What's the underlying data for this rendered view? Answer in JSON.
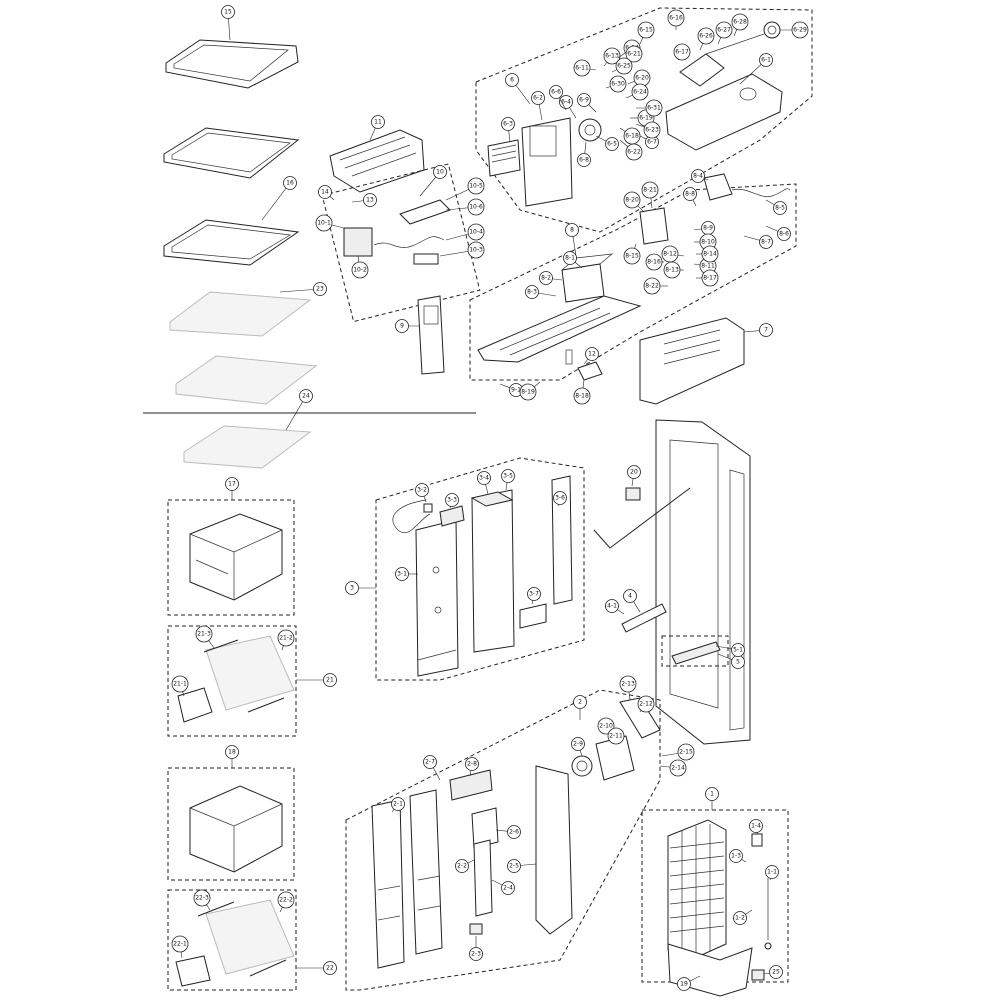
{
  "callouts": [
    {
      "id": "c-15",
      "label": "15"
    },
    {
      "id": "c-16",
      "label": "16"
    },
    {
      "id": "c-23",
      "label": "23"
    },
    {
      "id": "c-24",
      "label": "24"
    },
    {
      "id": "c-11",
      "label": "11"
    },
    {
      "id": "c-14",
      "label": "14"
    },
    {
      "id": "c-13",
      "label": "13"
    },
    {
      "id": "c-10",
      "label": "10"
    },
    {
      "id": "c-10-5",
      "label": "10-5"
    },
    {
      "id": "c-10-6",
      "label": "10-6"
    },
    {
      "id": "c-10-1",
      "label": "10-1"
    },
    {
      "id": "c-10-4",
      "label": "10-4"
    },
    {
      "id": "c-10-3",
      "label": "10-3"
    },
    {
      "id": "c-10-2",
      "label": "10-2"
    },
    {
      "id": "c-9",
      "label": "9"
    },
    {
      "id": "c-9-1",
      "label": "9-1"
    },
    {
      "id": "c-6",
      "label": "6"
    },
    {
      "id": "c-6-1",
      "label": "6-1"
    },
    {
      "id": "c-6-2",
      "label": "6-2"
    },
    {
      "id": "c-6-3",
      "label": "6-3"
    },
    {
      "id": "c-6-4",
      "label": "6-4"
    },
    {
      "id": "c-6-5",
      "label": "6-5"
    },
    {
      "id": "c-6-6",
      "label": "6-6"
    },
    {
      "id": "c-6-7",
      "label": "6-7"
    },
    {
      "id": "c-6-8",
      "label": "6-8"
    },
    {
      "id": "c-6-9",
      "label": "6-9"
    },
    {
      "id": "c-6-11",
      "label": "6-11"
    },
    {
      "id": "c-6-13",
      "label": "6-13"
    },
    {
      "id": "c-6-14",
      "label": "6-14"
    },
    {
      "id": "c-6-15",
      "label": "6-15"
    },
    {
      "id": "c-6-16",
      "label": "6-16"
    },
    {
      "id": "c-6-17",
      "label": "6-17"
    },
    {
      "id": "c-6-18",
      "label": "6-18"
    },
    {
      "id": "c-6-19",
      "label": "6-19"
    },
    {
      "id": "c-6-20",
      "label": "6-20"
    },
    {
      "id": "c-6-21",
      "label": "6-21"
    },
    {
      "id": "c-6-22",
      "label": "6-22"
    },
    {
      "id": "c-6-23",
      "label": "6-23"
    },
    {
      "id": "c-6-24",
      "label": "6-24"
    },
    {
      "id": "c-6-25",
      "label": "6-25"
    },
    {
      "id": "c-6-26",
      "label": "6-26"
    },
    {
      "id": "c-6-27",
      "label": "6-27"
    },
    {
      "id": "c-6-28",
      "label": "6-28"
    },
    {
      "id": "c-6-29",
      "label": "6-29"
    },
    {
      "id": "c-6-30",
      "label": "6-30"
    },
    {
      "id": "c-6-31",
      "label": "6-31"
    },
    {
      "id": "c-8",
      "label": "8"
    },
    {
      "id": "c-8-1",
      "label": "8-1"
    },
    {
      "id": "c-8-2",
      "label": "8-2"
    },
    {
      "id": "c-8-3",
      "label": "8-3"
    },
    {
      "id": "c-8-4",
      "label": "8-4"
    },
    {
      "id": "c-8-5",
      "label": "8-5"
    },
    {
      "id": "c-8-6",
      "label": "8-6"
    },
    {
      "id": "c-8-7",
      "label": "8-7"
    },
    {
      "id": "c-8-8",
      "label": "8-8"
    },
    {
      "id": "c-8-9",
      "label": "8-9"
    },
    {
      "id": "c-8-10",
      "label": "8-10"
    },
    {
      "id": "c-8-11",
      "label": "8-11"
    },
    {
      "id": "c-8-12",
      "label": "8-12"
    },
    {
      "id": "c-8-13",
      "label": "8-13"
    },
    {
      "id": "c-8-14",
      "label": "8-14"
    },
    {
      "id": "c-8-15",
      "label": "8-15"
    },
    {
      "id": "c-8-16",
      "label": "8-16"
    },
    {
      "id": "c-8-17",
      "label": "8-17"
    },
    {
      "id": "c-8-18",
      "label": "8-18"
    },
    {
      "id": "c-8-19",
      "label": "8-19"
    },
    {
      "id": "c-8-20",
      "label": "8-20"
    },
    {
      "id": "c-8-21",
      "label": "8-21"
    },
    {
      "id": "c-8-22",
      "label": "8-22"
    },
    {
      "id": "c-12",
      "label": "12"
    },
    {
      "id": "c-7",
      "label": "7"
    },
    {
      "id": "c-17",
      "label": "17"
    },
    {
      "id": "c-21",
      "label": "21"
    },
    {
      "id": "c-21-1",
      "label": "21-1"
    },
    {
      "id": "c-21-2",
      "label": "21-2"
    },
    {
      "id": "c-21-3",
      "label": "21-3"
    },
    {
      "id": "c-18",
      "label": "18"
    },
    {
      "id": "c-22",
      "label": "22"
    },
    {
      "id": "c-22-1",
      "label": "22-1"
    },
    {
      "id": "c-22-2",
      "label": "22-2"
    },
    {
      "id": "c-22-3",
      "label": "22-3"
    },
    {
      "id": "c-3",
      "label": "3"
    },
    {
      "id": "c-3-1",
      "label": "3-1"
    },
    {
      "id": "c-3-2",
      "label": "3-2"
    },
    {
      "id": "c-3-3",
      "label": "3-3"
    },
    {
      "id": "c-3-4",
      "label": "3-4"
    },
    {
      "id": "c-3-5",
      "label": "3-5"
    },
    {
      "id": "c-3-6",
      "label": "3-6"
    },
    {
      "id": "c-3-7",
      "label": "3-7"
    },
    {
      "id": "c-20",
      "label": "20"
    },
    {
      "id": "c-4",
      "label": "4"
    },
    {
      "id": "c-4-1",
      "label": "4-1"
    },
    {
      "id": "c-5",
      "label": "5"
    },
    {
      "id": "c-5-1",
      "label": "5-1"
    },
    {
      "id": "c-2",
      "label": "2"
    },
    {
      "id": "c-2-1",
      "label": "2-1"
    },
    {
      "id": "c-2-2",
      "label": "2-2"
    },
    {
      "id": "c-2-3",
      "label": "2-3"
    },
    {
      "id": "c-2-4",
      "label": "2-4"
    },
    {
      "id": "c-2-5",
      "label": "2-5"
    },
    {
      "id": "c-2-6",
      "label": "2-6"
    },
    {
      "id": "c-2-7",
      "label": "2-7"
    },
    {
      "id": "c-2-8",
      "label": "2-8"
    },
    {
      "id": "c-2-9",
      "label": "2-9"
    },
    {
      "id": "c-2-10",
      "label": "2-10"
    },
    {
      "id": "c-2-11",
      "label": "2-11"
    },
    {
      "id": "c-2-12",
      "label": "2-12"
    },
    {
      "id": "c-2-13",
      "label": "2-13"
    },
    {
      "id": "c-2-14",
      "label": "2-14"
    },
    {
      "id": "c-2-15",
      "label": "2-15"
    },
    {
      "id": "c-1",
      "label": "1"
    },
    {
      "id": "c-1-1",
      "label": "1-1"
    },
    {
      "id": "c-1-2",
      "label": "1-2"
    },
    {
      "id": "c-1-3",
      "label": "1-3"
    },
    {
      "id": "c-1-4",
      "label": "1-4"
    },
    {
      "id": "c-19",
      "label": "19"
    },
    {
      "id": "c-25",
      "label": "25"
    }
  ]
}
